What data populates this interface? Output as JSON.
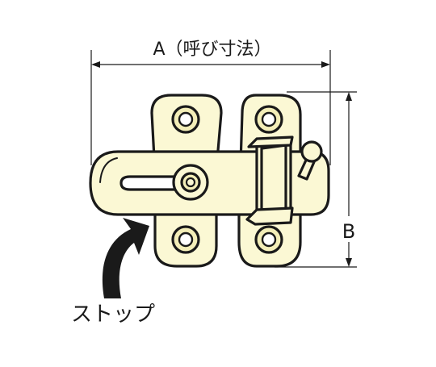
{
  "dimension_a_label": "A（呼び寸法）",
  "dimension_b_label": "B",
  "stop_label": "ストップ",
  "colors": {
    "outline": "#1a1a1a",
    "metal_fill": "#fbf8d4",
    "screw_ring": "#f3eeb8",
    "background": "#ffffff"
  }
}
